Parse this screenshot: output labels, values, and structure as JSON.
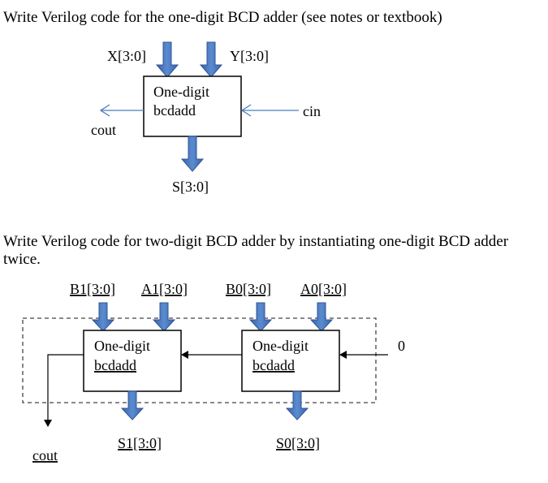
{
  "questions": [
    {
      "text": "Write Verilog code for the one-digit BCD adder (see notes or textbook)"
    },
    {
      "text": "Write Verilog code for two-digit BCD adder by instantiating one-digit BCD adder twice."
    }
  ],
  "diagram1": {
    "inputs": [
      "X[3:0]",
      "Y[3:0]"
    ],
    "block": {
      "line1": "One-digit",
      "line2": "bcdadd"
    },
    "carry_in": "cin",
    "carry_out": "cout",
    "output": "S[3:0]"
  },
  "diagram2": {
    "high_inputs": [
      "B1[3:0]",
      "A1[3:0]"
    ],
    "low_inputs": [
      "B0[3:0]",
      "A0[3:0]"
    ],
    "block_high": {
      "line1": "One-digit",
      "line2": "bcdadd"
    },
    "block_low": {
      "line1": "One-digit",
      "line2": "bcdadd"
    },
    "carry_in_value": "0",
    "outputs": [
      "S1[3:0]",
      "S0[3:0]"
    ],
    "carry_out": "cout"
  },
  "colors": {
    "arrow_fill": "#4472c4",
    "arrow_stroke": "#2f5597",
    "thin_arrow": "#4a7ebb",
    "line": "#000000"
  }
}
